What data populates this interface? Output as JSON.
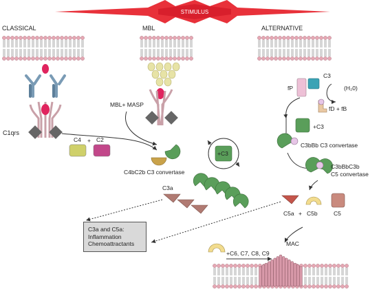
{
  "stimulus": "STIMULUS",
  "pathways": {
    "classical": "CLASSICAL",
    "mbl": "MBL",
    "alternative": "ALTERNATIVE"
  },
  "labels": {
    "c1qrs": "C1qrs",
    "c4": "C4",
    "plus1": "+",
    "c2": "C2",
    "mbl_masp": "MBL+ MASP",
    "c4bc2b": "C4bC2b C3 convertase",
    "plus_c3_cycle": "+C3",
    "c3a": "C3a",
    "fp": "fP",
    "c3_top": "C3",
    "h2o": "(H₂0)",
    "fd_fb": "fD + fB",
    "plus_c3_alt": "+C3",
    "c3bbb": "C3bBb C3 convertase",
    "c3bbbc3b_1": "C3bBbC3b",
    "c3bbbc3b_2": "C5 convertase",
    "c5a": "C5a",
    "plus2": "+",
    "c5b": "C5b",
    "c5": "C5",
    "mac": "MAC",
    "c6_c9": "+C6, C7, C8, C9"
  },
  "box": {
    "line1": "C3a and C5a:",
    "line2": "Inflammation",
    "line3": "Chemoattractants"
  },
  "colors": {
    "stimulus": "#e8313a",
    "antibody": "#7a9bb5",
    "c1q": "#c9a0a8",
    "c1rs": "#666666",
    "pink_ligand": "#e0245e",
    "mbl_stalk": "#e7e3a6",
    "c4_yellowgreen": "#cfd06a",
    "c2_magenta": "#c2478a",
    "green": "#5a9e5a",
    "tan": "#c9a24a",
    "c3a_mauve": "#b07a72",
    "fp_pink": "#edc0d6",
    "c3_teal": "#3aa3b5",
    "c5a_red": "#c4554b",
    "c5b_yellow": "#f2dc8e",
    "c5_rose": "#c98a7e",
    "mac_pink": "#d99aaa",
    "membrane": "#e6a8b4",
    "box_gray": "#d9d9d9"
  }
}
